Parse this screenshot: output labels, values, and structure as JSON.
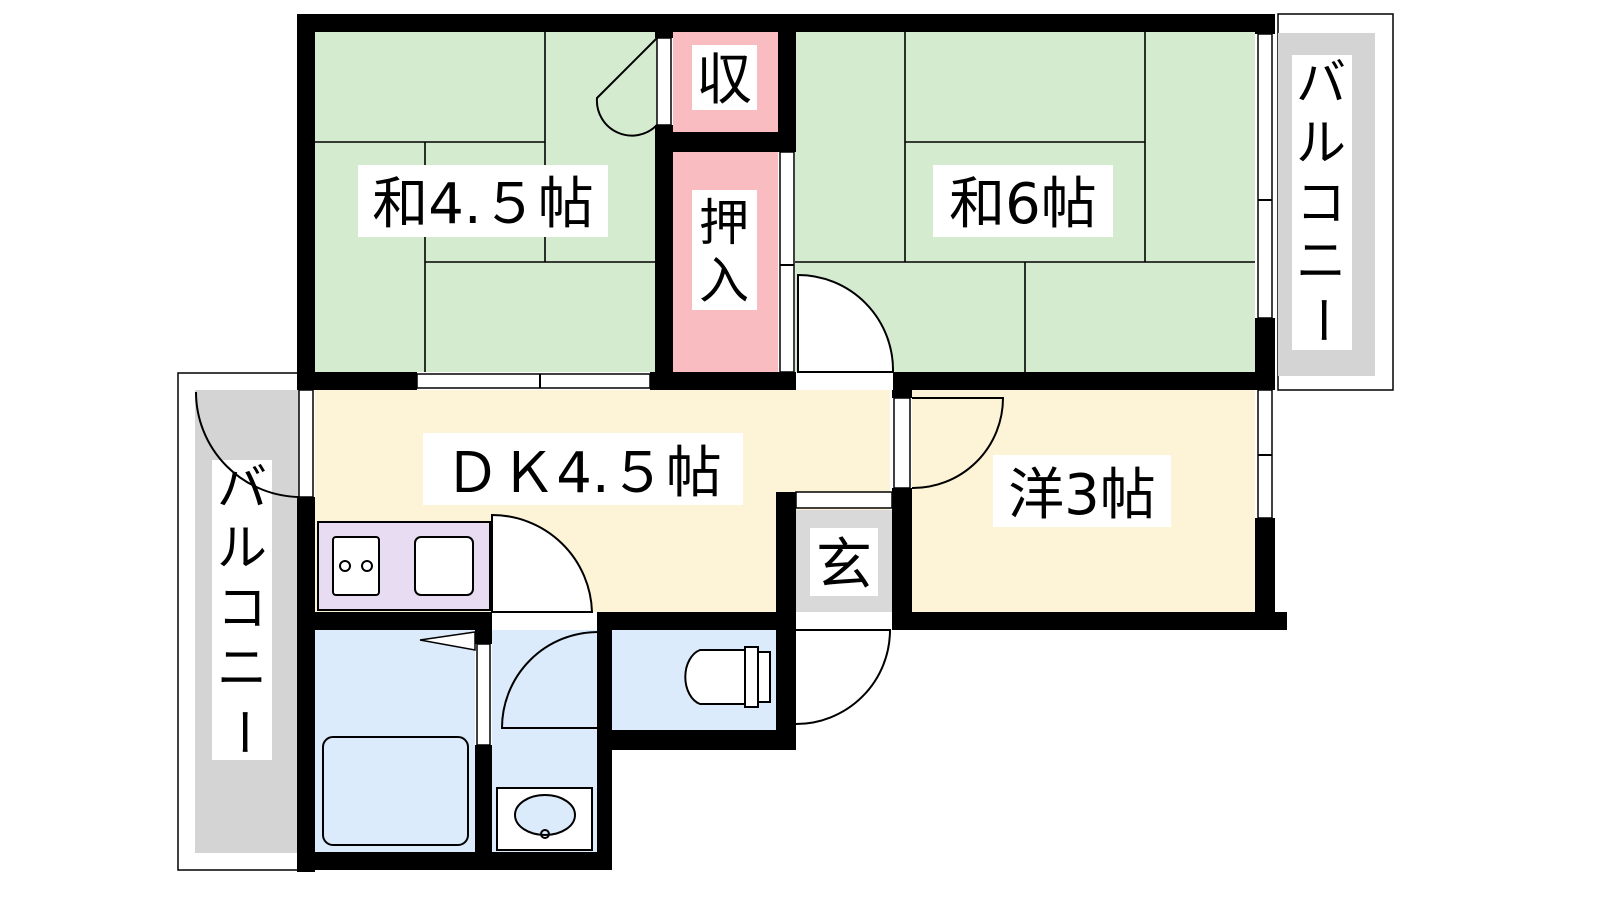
{
  "rooms": {
    "washitsu_45": "和4.５帖",
    "washitsu_6": "和6帖",
    "dk": "ＤＫ4.５帖",
    "yoshitsu": "洋3帖",
    "genkan": "玄",
    "shu": "収",
    "oshiire": [
      "押",
      "入"
    ]
  },
  "balcony_right": [
    "バ",
    "ル",
    "コ",
    "ニ",
    "ー"
  ],
  "balcony_left": [
    "バ",
    "ル",
    "コ",
    "ニ",
    "ー"
  ],
  "colors": {
    "tatami": "#d4ebd0",
    "storage": "#f9bcc0",
    "dk": "#fdf3d6",
    "kitchen": "#e8dcf2",
    "wet": "#dcebfb",
    "entry": "#d9d9d9",
    "balcony": "#d4d4d4",
    "wall": "#000000"
  }
}
